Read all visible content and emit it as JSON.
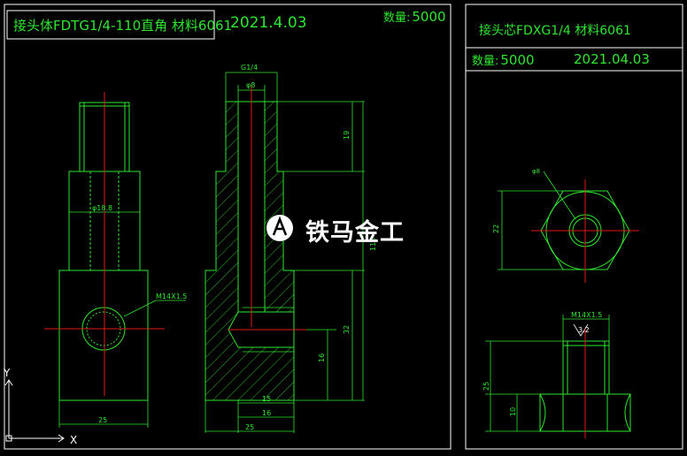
{
  "left_sheet": {
    "title": "接头体FDTG1/4-110直角 材料6061",
    "date": "2021.4.03",
    "quantity_label": "数量:",
    "quantity_value": "5000"
  },
  "right_sheet": {
    "title": "接头芯FDXG1/4 材料6061",
    "quantity_label": "数量:",
    "quantity_value": "5000",
    "date": "2021.04.03"
  },
  "logo": {
    "text": "铁马金工"
  },
  "dimensions": {
    "d18": "φ18.8",
    "m14_left": "M14X1.5",
    "w25_left": "25",
    "g14": "G1/4",
    "d8": "φ8",
    "h19": "19",
    "h110": "110",
    "h32": "32",
    "h16v": "16",
    "w15": "15",
    "w16": "16",
    "w25_side": "25",
    "d8_right": "φ8",
    "h22": "22",
    "m14_right": "M14X1.5",
    "v32": "3.2",
    "h25": "25",
    "h10": "10"
  },
  "axes": {
    "x": "X",
    "y": "Y"
  },
  "colors": {
    "background": "#000000",
    "frame": "#ffffff",
    "outline": "#2ee62e",
    "centerline": "#e01818",
    "logo": "#ffffff"
  }
}
